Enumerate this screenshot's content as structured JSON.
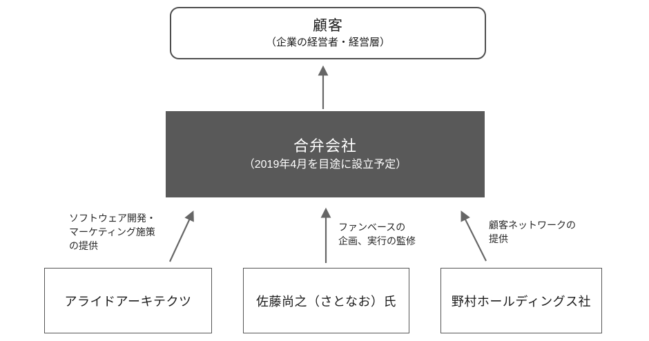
{
  "diagram": {
    "type": "organization-structure",
    "customer": {
      "title": "顧客",
      "subtitle": "（企業の経営者・経営層）"
    },
    "joint_venture": {
      "title": "合弁会社",
      "subtitle": "（2019年4月を目途に設立予定）"
    },
    "partners": [
      {
        "name": "アライドアーキテクツ",
        "contribution": "ソフトウェア開発・\nマーケティング施策\nの提供"
      },
      {
        "name": "佐藤尚之（さとなお）氏",
        "contribution": "ファンベースの\n企画、実行の監修"
      },
      {
        "name": "野村ホールディングス社",
        "contribution": "顧客ネットワークの\n提供"
      }
    ],
    "colors": {
      "jv_box_bg": "#595959",
      "jv_box_text": "#ffffff",
      "box_border": "#4d4d4d",
      "arrow": "#666666",
      "text": "#1a1a1a",
      "background": "#ffffff"
    }
  }
}
